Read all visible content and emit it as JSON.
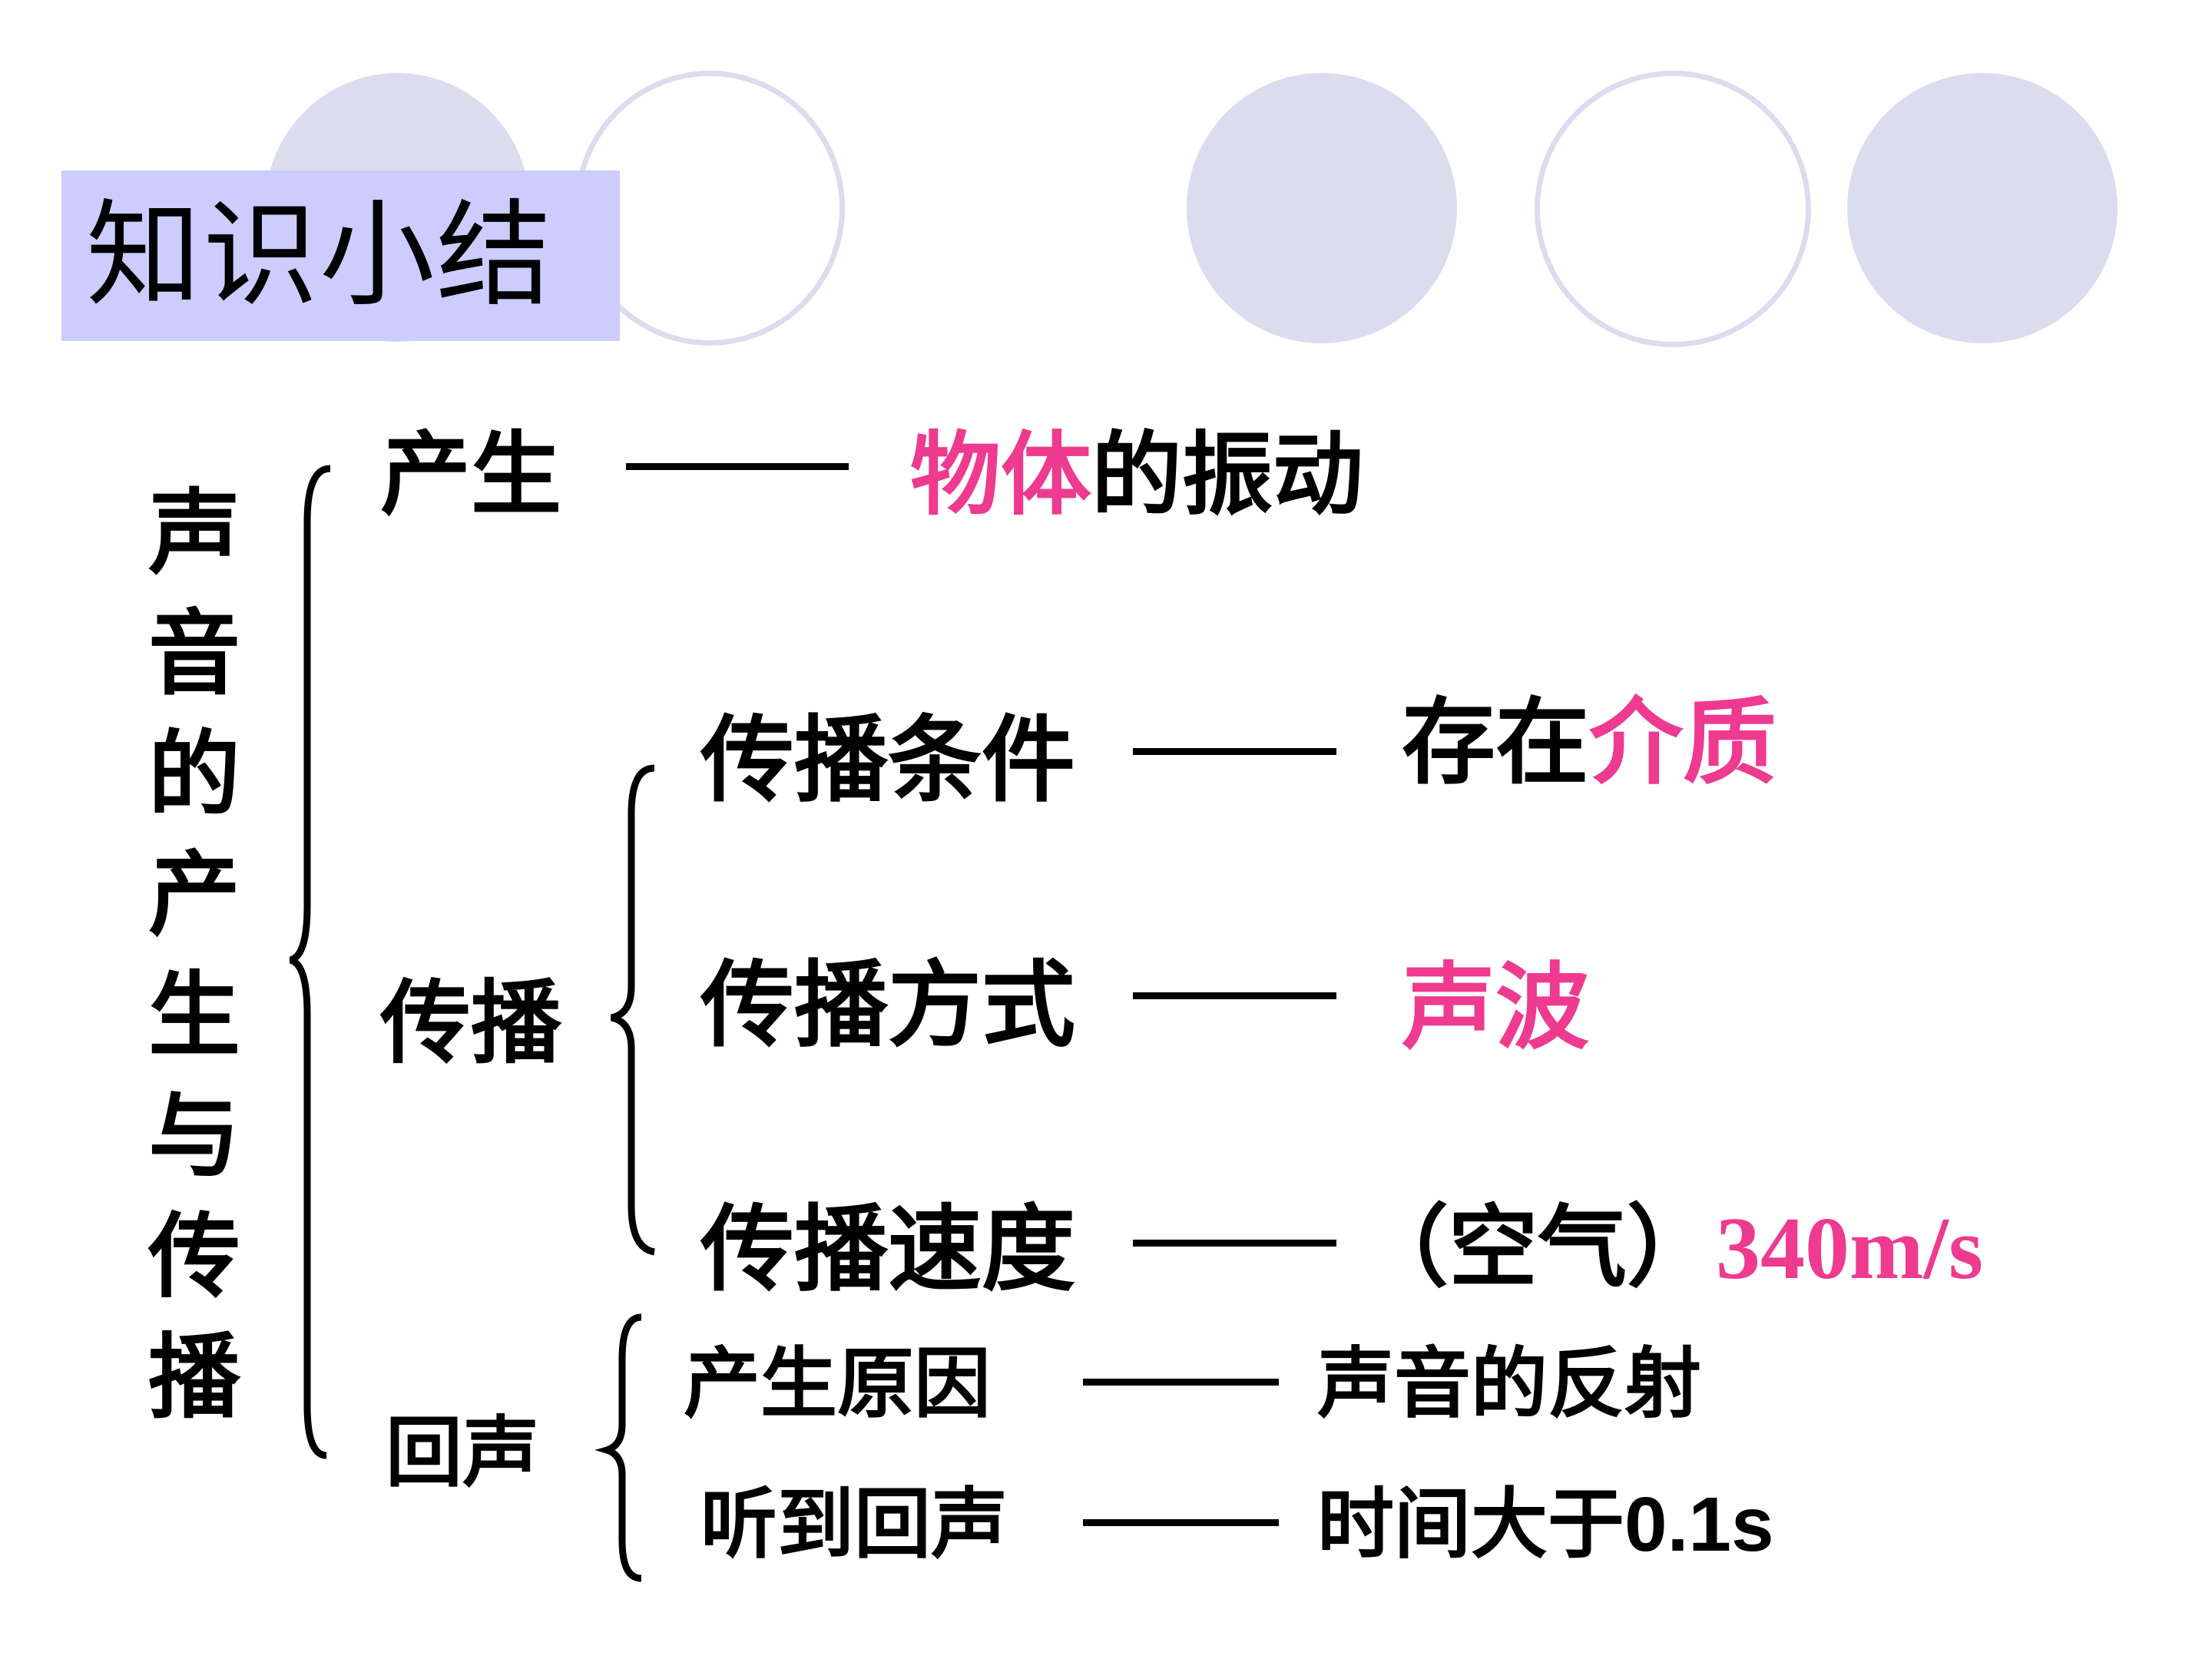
{
  "title": "知识小结",
  "root": "声音的产生与传播",
  "produce": {
    "label": "产生",
    "answer_pink": "物体",
    "answer_rest": "的振动"
  },
  "propagation": {
    "label": "传播",
    "condition": {
      "label": "传播条件",
      "prefix": "存在",
      "pink": "介质"
    },
    "mode": {
      "label": "传播方式",
      "pink": "声波"
    },
    "speed": {
      "label": "传播速度",
      "prefix": "（空气）",
      "pink": "340m/s"
    }
  },
  "echo": {
    "label": "回声",
    "cause": {
      "label": "产生原因",
      "value": "声音的反射"
    },
    "hear": {
      "label": "听到回声",
      "value_text": "时间大于",
      "value_num": "0.1s"
    }
  },
  "colors": {
    "accent": "#ee3a8f",
    "circle": "#dcdcef",
    "title_bg": "#ccccff"
  }
}
